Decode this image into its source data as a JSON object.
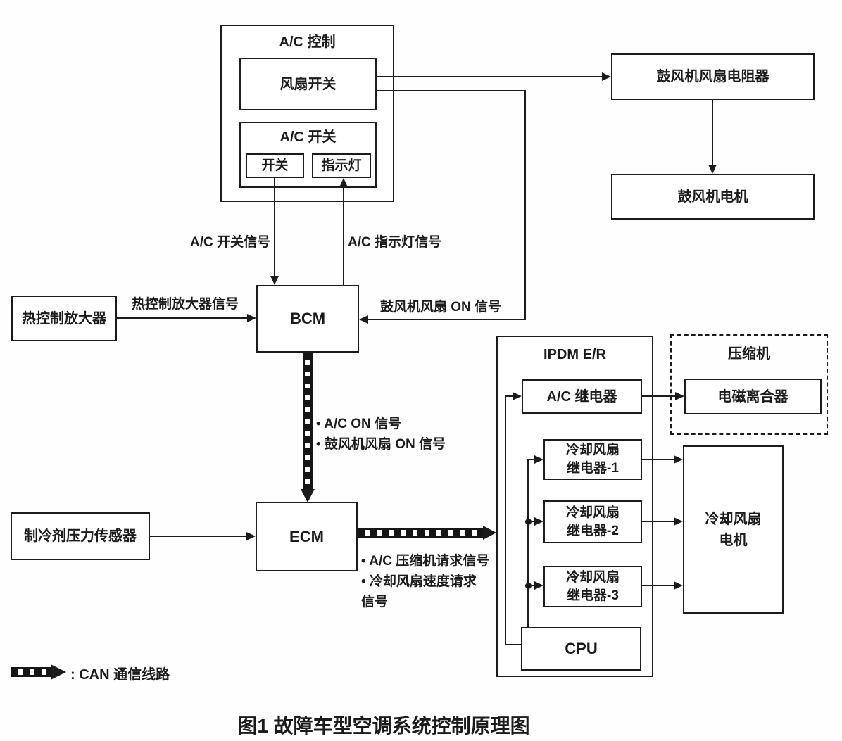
{
  "nodes": {
    "ac_control_title": "A/C 控制",
    "fan_switch": "风扇开关",
    "ac_switch_title": "A/C 开关",
    "switch": "开关",
    "indicator": "指示灯",
    "blower_resistor": "鼓风机风扇电阻器",
    "blower_motor": "鼓风机电机",
    "thermo_amp": "热控制放大器",
    "bcm": "BCM",
    "refrigerant_sensor": "制冷剂压力传感器",
    "ecm": "ECM",
    "ipdm_title": "IPDM E/R",
    "ac_relay": "A/C 继电器",
    "fan_relay_1": "冷却风扇\n继电器-1",
    "fan_relay_2": "冷却风扇\n继电器-2",
    "fan_relay_3": "冷却风扇\n继电器-3",
    "cpu": "CPU",
    "compressor_title": "压缩机",
    "magnetic_clutch": "电磁离合器",
    "cooling_fan_motor": "冷却风扇\n电机"
  },
  "signals": {
    "ac_switch_signal": "A/C 开关信号",
    "ac_indicator_signal": "A/C 指示灯信号",
    "thermo_amp_signal": "热控制放大器信号",
    "blower_fan_on_signal": "鼓风机风扇 ON 信号",
    "bcm_to_ecm_line1": "• A/C ON 信号",
    "bcm_to_ecm_line2": "• 鼓风机风扇 ON 信号",
    "ecm_to_ipdm_line1": "• A/C 压缩机请求信号",
    "ecm_to_ipdm_line2": "• 冷却风扇速度请求",
    "ecm_to_ipdm_line3": "信号"
  },
  "legend": {
    "can_label": ": CAN 通信线路"
  },
  "caption": "图1 故障车型空调系统控制原理图",
  "colors": {
    "line": "#1b1b1b",
    "background": "#fefefe"
  }
}
